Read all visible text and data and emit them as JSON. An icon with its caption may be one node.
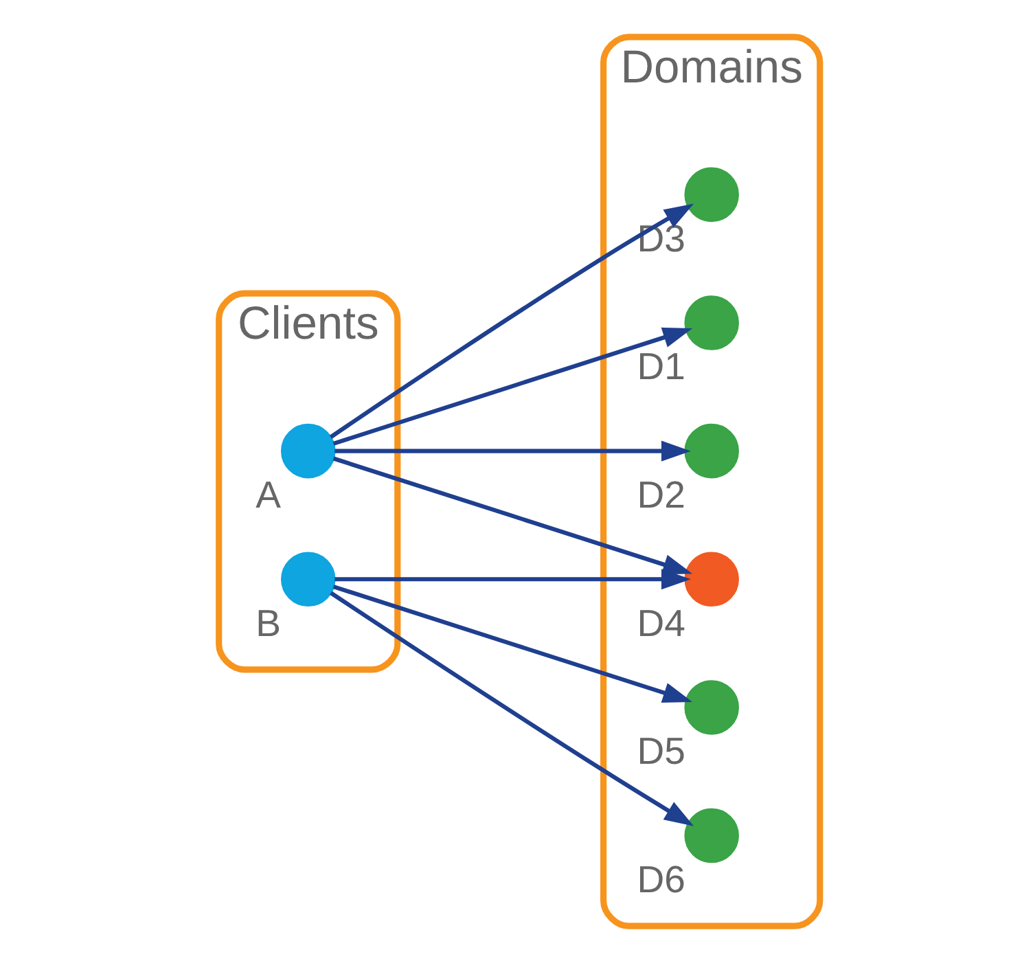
{
  "diagram": {
    "nodes": [
      {
        "text": [
          "Clients"
        ]
      },
      {
        "text": [
          "Domains"
        ]
      },
      {
        "text": [
          "A"
        ],
        "in": 0
      },
      {
        "text": [
          "B"
        ],
        "in": 0
      },
      {
        "text": [
          "D3"
        ],
        "in": 1
      },
      {
        "text": [
          "D1"
        ],
        "in": 1
      },
      {
        "text": [
          "D2"
        ],
        "in": 1
      },
      {
        "text": [
          "D6"
        ],
        "in": 1
      },
      {
        "text": [
          "D5"
        ],
        "in": 1
      },
      {
        "text": [
          "D4"
        ],
        "in": 1
      }
    ],
    "edges": [
      {
        "from": 2,
        "to": 4,
        "arrow": "to"
      },
      {
        "from": 2,
        "to": 5,
        "arrow": "to"
      },
      {
        "from": 2,
        "to": 6,
        "arrow": "to"
      },
      {
        "from": 2,
        "to": 9,
        "arrow": "to"
      },
      {
        "from": 3,
        "to": 7,
        "arrow": "to"
      },
      {
        "from": 3,
        "to": 8,
        "arrow": "to"
      },
      {
        "from": 3,
        "to": 9,
        "arrow": "to"
      }
    ]
  }
}
